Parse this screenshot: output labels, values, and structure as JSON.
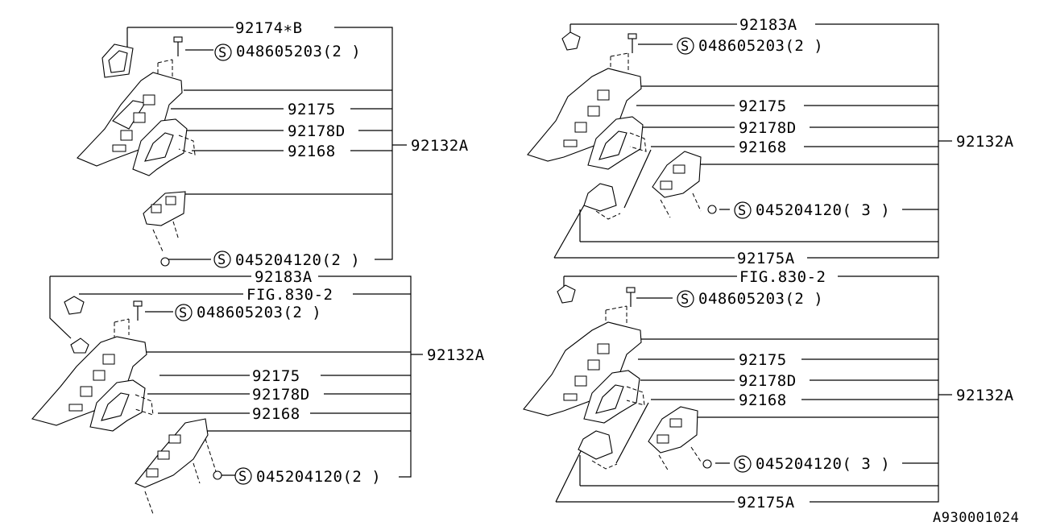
{
  "diagram": {
    "quadrants": [
      {
        "id": "tl",
        "labels": {
          "top": "92174∗B",
          "screw": "048605203(2 )",
          "main": "92132A",
          "p1": "92175",
          "p2": "92178D",
          "p3": "92168",
          "bolt": "045204120(2 )"
        }
      },
      {
        "id": "bl",
        "labels": {
          "top": "92183A",
          "fig": "FIG.830-2",
          "screw": "048605203(2 )",
          "main": "92132A",
          "p1": "92175",
          "p2": "92178D",
          "p3": "92168",
          "bolt": "045204120(2 )"
        }
      },
      {
        "id": "tr",
        "labels": {
          "top": "92183A",
          "screw": "048605203(2 )",
          "main": "92132A",
          "p1": "92175",
          "p2": "92178D",
          "p3": "92168",
          "bolt": "045204120( 3 )",
          "sub": "92175A"
        }
      },
      {
        "id": "br",
        "labels": {
          "fig": "FIG.830-2",
          "screw": "048605203(2 )",
          "main": "92132A",
          "p1": "92175",
          "p2": "92178D",
          "p3": "92168",
          "bolt": "045204120( 3 )",
          "sub": "92175A"
        }
      }
    ],
    "s_symbol": "S",
    "code": "A930001024"
  }
}
